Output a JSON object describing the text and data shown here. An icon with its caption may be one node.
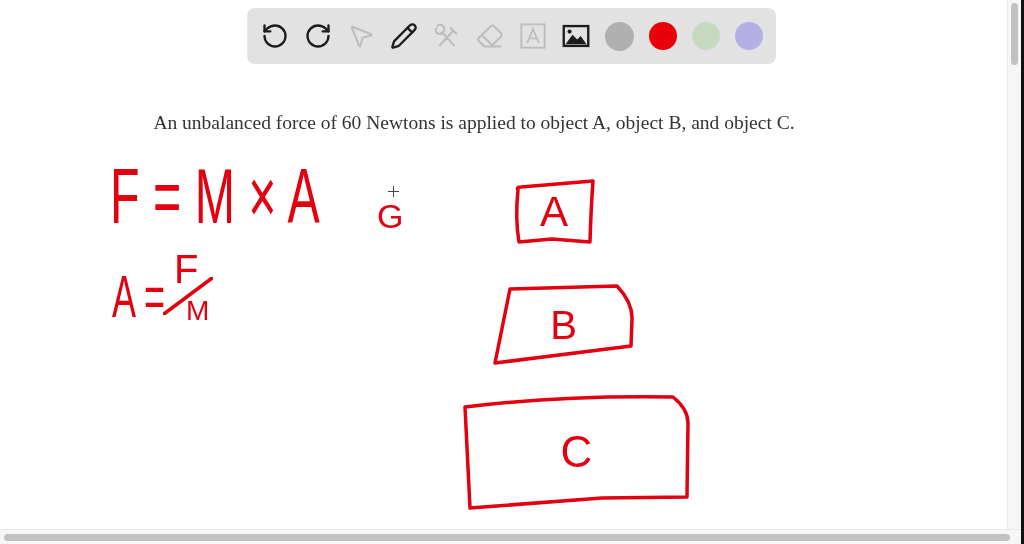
{
  "diagram": {
    "title": "An unbalanced force of 60 Newtons is applied to object A, object B, and object C.",
    "nodes": [
      {
        "text": [
          "A"
        ]
      },
      {
        "text": [
          "B"
        ]
      },
      {
        "text": [
          "C"
        ]
      }
    ],
    "labels": [
      "F = M × A",
      "G",
      "A =",
      "F",
      "M"
    ]
  }
}
